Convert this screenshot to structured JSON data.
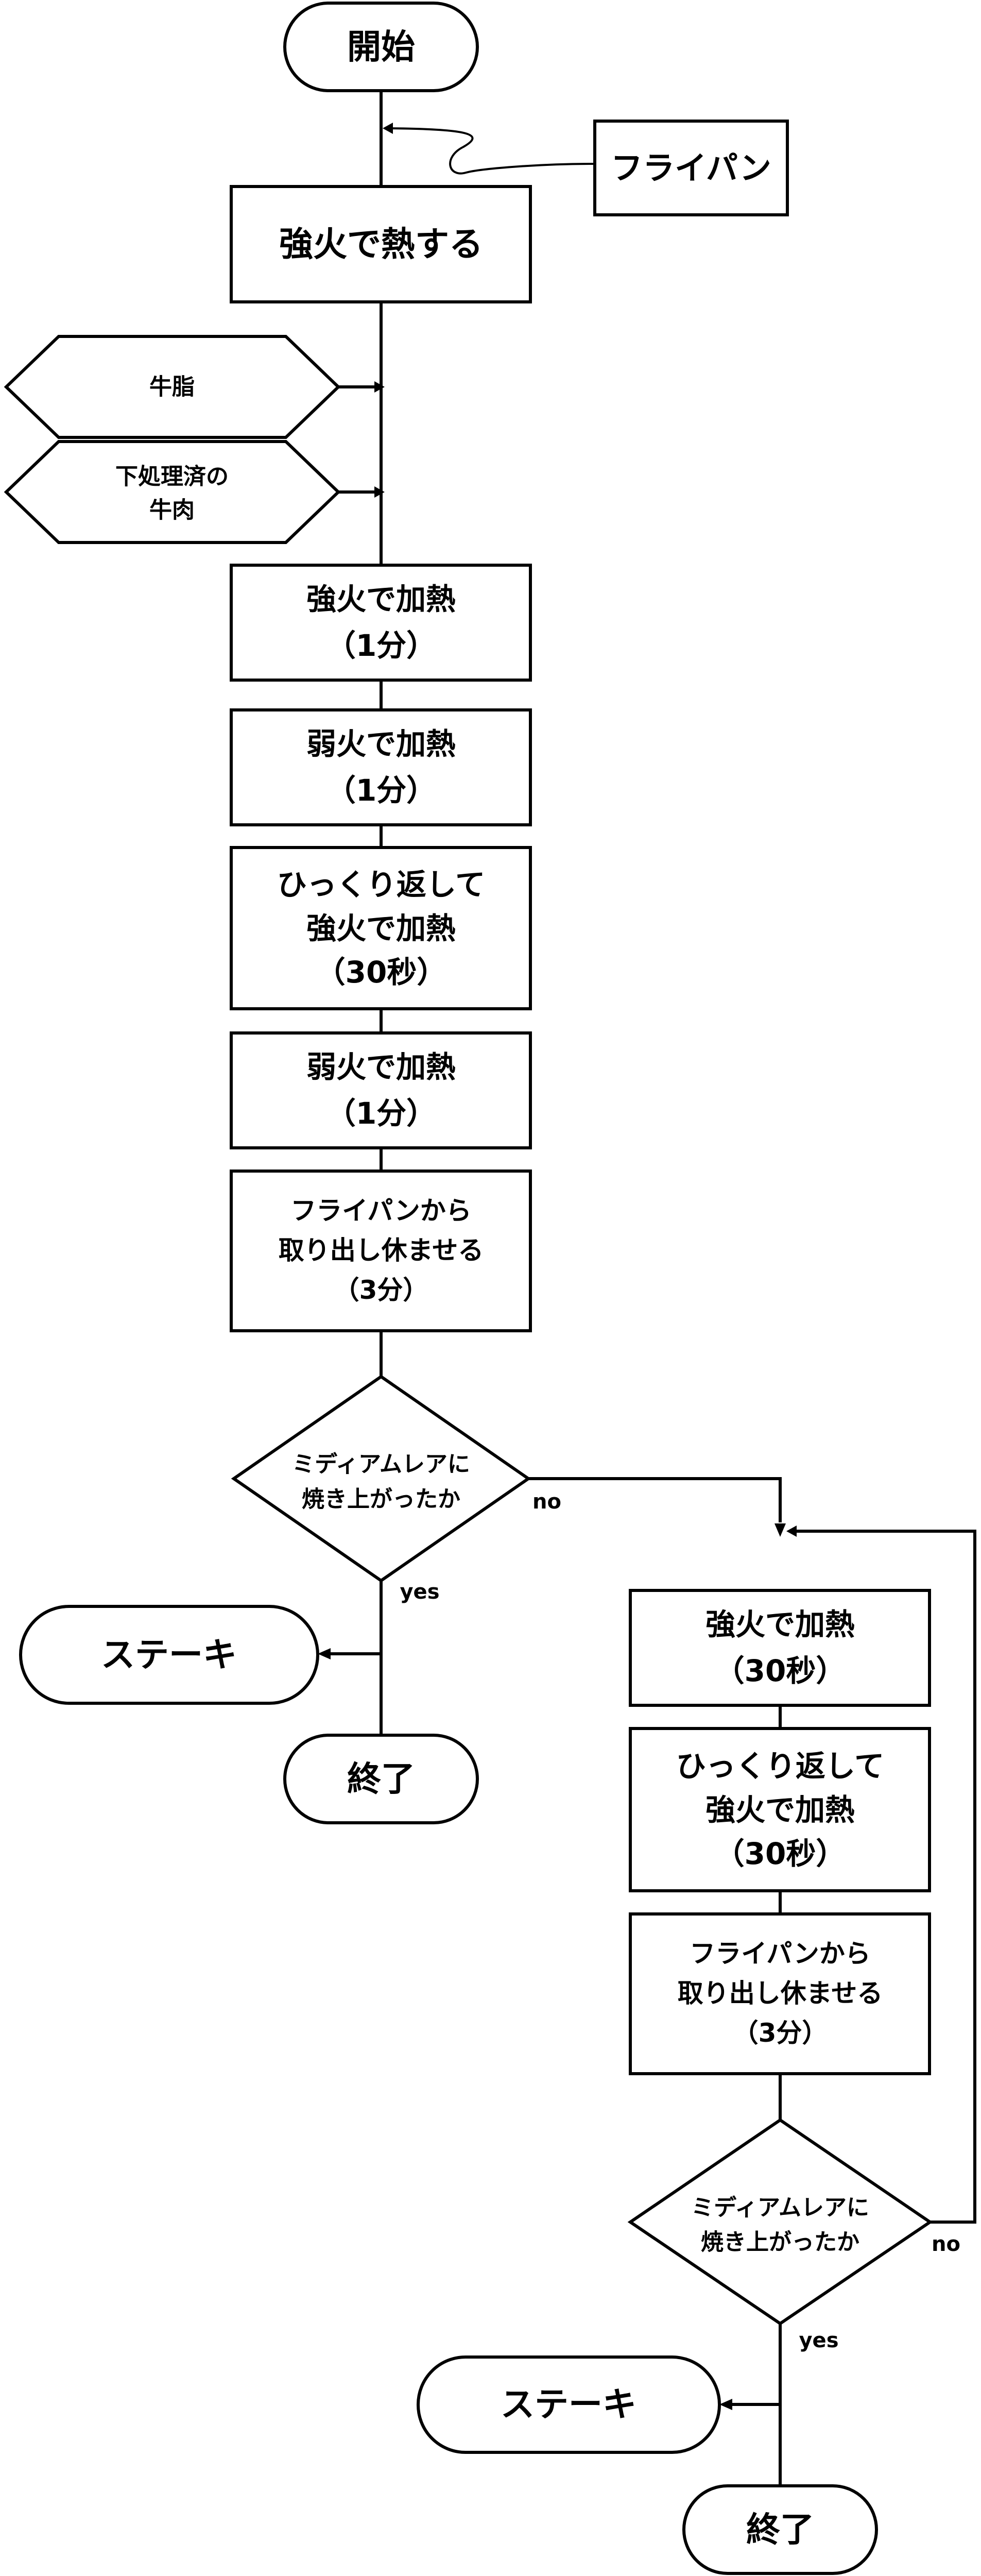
{
  "flow": {
    "start": "開始",
    "pan": "フライパン",
    "heat": "強火で熱する",
    "beef_fat": "牛脂",
    "beef_line1": "下処理済の",
    "beef_line2": "牛肉",
    "s1_l1": "強火で加熱",
    "s1_l2": "（1分）",
    "s2_l1": "弱火で加熱",
    "s2_l2": "（1分）",
    "s3_l1": "ひっくり返して",
    "s3_l2": "強火で加熱",
    "s3_l3": "（30秒）",
    "s4_l1": "弱火で加熱",
    "s4_l2": "（1分）",
    "s5_l1": "フライパンから",
    "s5_l2": "取り出し休ませる",
    "s5_l3": "（3分）",
    "d1_l1": "ミディアムレアに",
    "d1_l2": "焼き上がったか",
    "d1_no": "no",
    "d1_yes": "yes",
    "steak1": "ステーキ",
    "end1": "終了",
    "r1_l1": "強火で加熱",
    "r1_l2": "（30秒）",
    "r2_l1": "ひっくり返して",
    "r2_l2": "強火で加熱",
    "r2_l3": "（30秒）",
    "r3_l1": "フライパンから",
    "r3_l2": "取り出し休ませる",
    "r3_l3": "（3分）",
    "d2_l1": "ミディアムレアに",
    "d2_l2": "焼き上がったか",
    "d2_no": "no",
    "d2_yes": "yes",
    "steak2": "ステーキ",
    "end2": "終了"
  }
}
